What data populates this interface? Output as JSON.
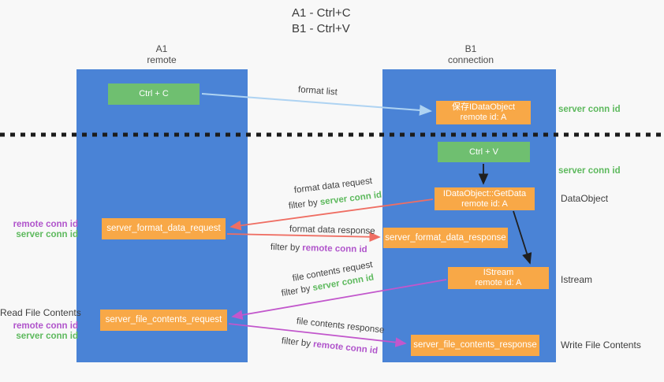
{
  "title": {
    "line1": "A1 - Ctrl+C",
    "line2": "B1 - Ctrl+V"
  },
  "columns": {
    "a1": {
      "name": "A1",
      "subtitle": "remote"
    },
    "b1": {
      "name": "B1",
      "subtitle": "connection"
    }
  },
  "nodes": {
    "ctrl_c": {
      "label": "Ctrl + C"
    },
    "save_dataobject": {
      "line1": "保存IDataObject",
      "line2": "remote id: A"
    },
    "ctrl_v": {
      "label": "Ctrl + V"
    },
    "getdata": {
      "line1": "IDataObject::GetData",
      "line2": "remote id: A"
    },
    "format_request": {
      "label": "server_format_data_request"
    },
    "format_response": {
      "label": "server_format_data_response"
    },
    "istream": {
      "line1": "IStream",
      "line2": "remote id: A"
    },
    "file_request": {
      "label": "server_file_contents_request"
    },
    "file_response": {
      "label": "server_file_contents_response"
    }
  },
  "annotations": {
    "server_conn_id_top": "server conn id",
    "server_conn_id_mid": "server conn id",
    "dataobject": "DataObject",
    "istream": "Istream",
    "write_file_contents": "Write File Contents",
    "read_file_contents": "Read File Contents",
    "format_pair": {
      "remote": "remote conn id",
      "server": "server conn id"
    },
    "file_pair": {
      "remote": "remote conn id",
      "server": "server conn id"
    }
  },
  "arrows": {
    "format_list": {
      "label": "format list"
    },
    "format_data_request": {
      "label": "format data request",
      "filter_prefix": "filter by ",
      "filter_id": "server conn id"
    },
    "format_data_response": {
      "label": "format data response",
      "filter_prefix": "filter by ",
      "filter_id": "remote conn id"
    },
    "file_contents_request": {
      "label": "file contents request",
      "filter_prefix": "filter by ",
      "filter_id": "server conn id"
    },
    "file_contents_response": {
      "label": "file contents response",
      "filter_prefix": "filter by ",
      "filter_id": "remote conn id"
    }
  },
  "colors": {
    "column_blue": "#4a83d6",
    "box_green": "#6fbf70",
    "box_orange": "#f8a847",
    "text_green": "#5db95d",
    "text_purple": "#b054cb",
    "arrow_red": "#ef6e63",
    "arrow_magenta": "#c257cc",
    "arrow_lightblue": "#aed3f2",
    "arrow_black": "#1f1f1f",
    "background": "#f8f8f8"
  }
}
